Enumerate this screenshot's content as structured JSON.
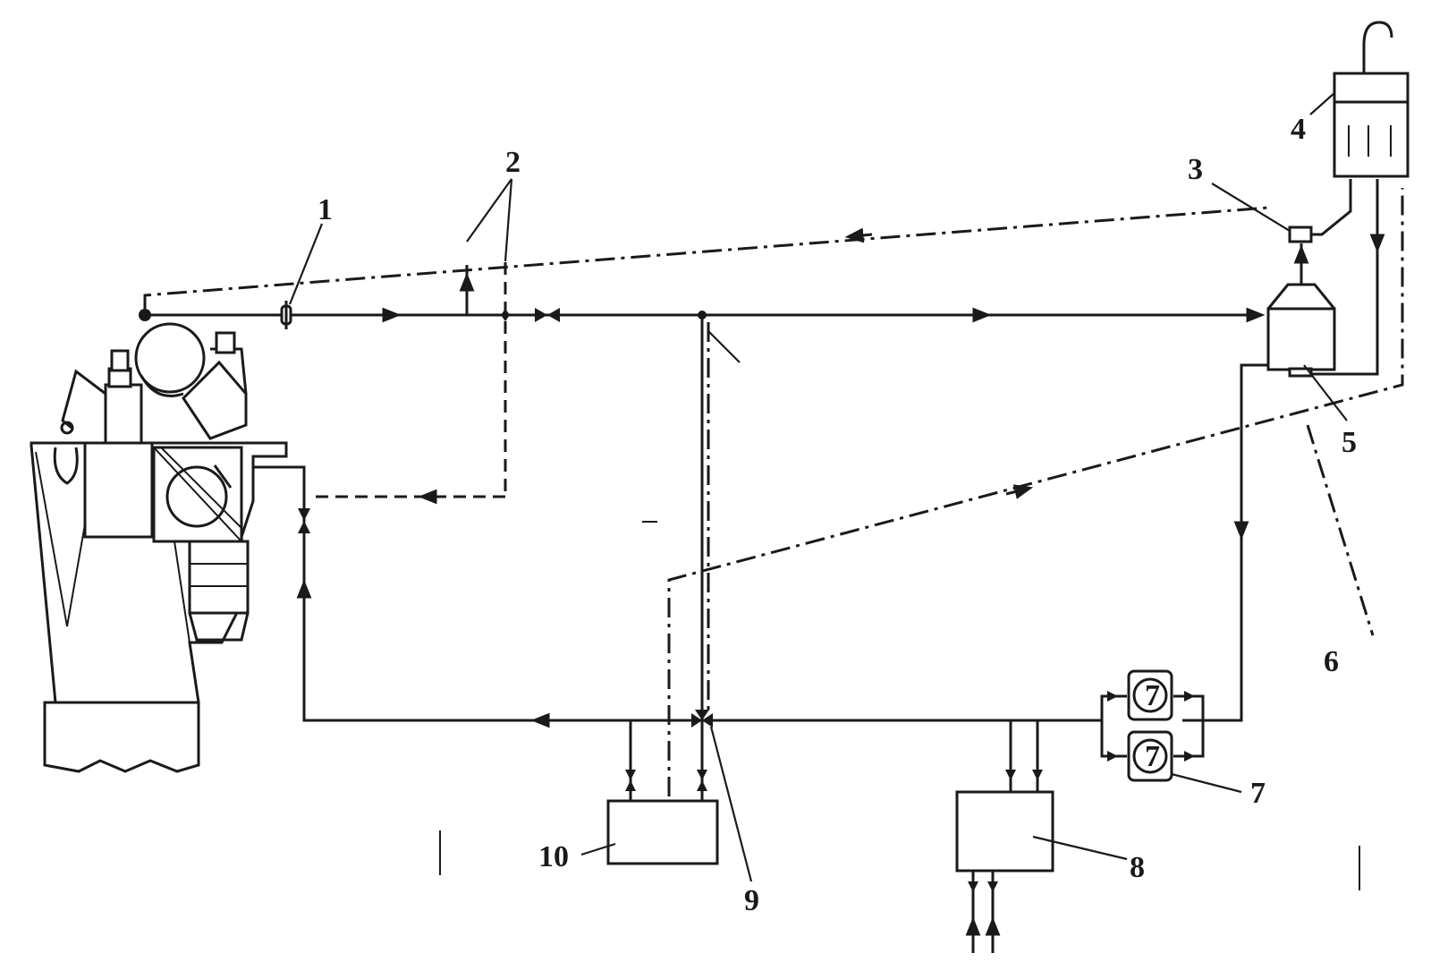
{
  "diagram": {
    "labels": [
      {
        "id": "1",
        "text": "1"
      },
      {
        "id": "2",
        "text": "2"
      },
      {
        "id": "3",
        "text": "3"
      },
      {
        "id": "4",
        "text": "4"
      },
      {
        "id": "5",
        "text": "5"
      },
      {
        "id": "6",
        "text": "6"
      },
      {
        "id": "7",
        "text": "7"
      },
      {
        "id": "8",
        "text": "8"
      },
      {
        "id": "9",
        "text": "9"
      },
      {
        "id": "10",
        "text": "10"
      }
    ],
    "pump_glyph": "7"
  }
}
